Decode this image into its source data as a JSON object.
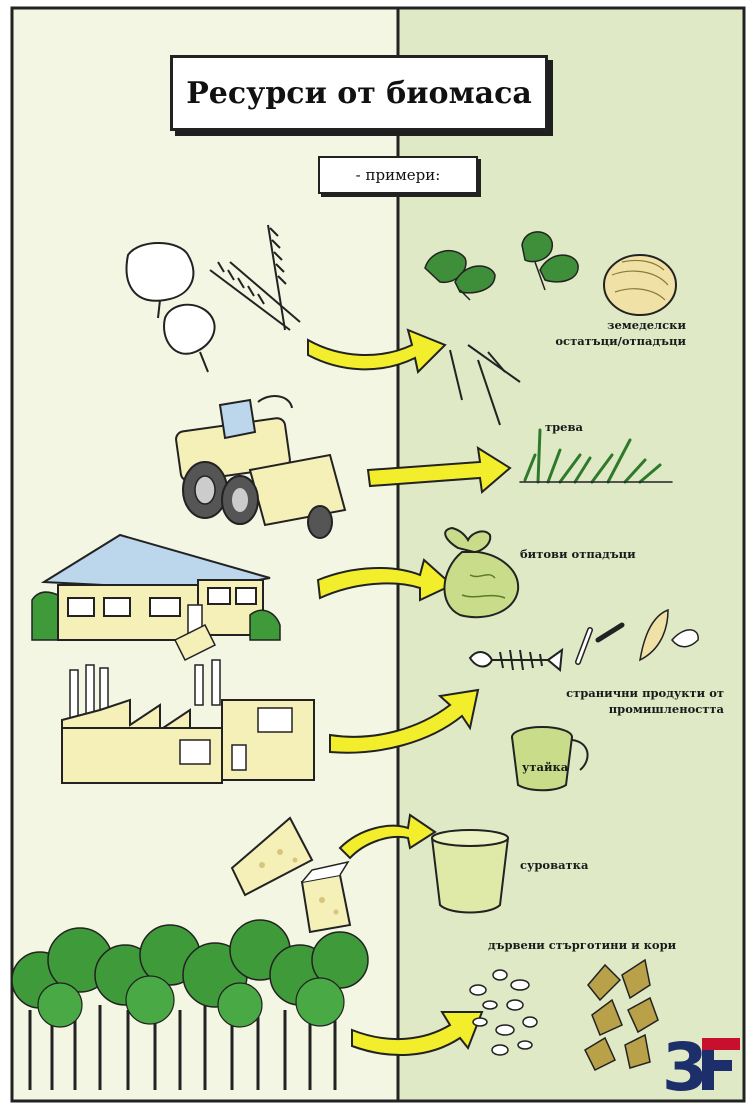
{
  "title": "Ресурси от биомаса",
  "subtitle": "- примери:",
  "labels": {
    "agri": [
      "земеделски",
      "остатъци/отпадъци"
    ],
    "grass": "трева",
    "household": "битови отпадъци",
    "industry": [
      "странични продукти от",
      "промишлеността"
    ],
    "sludge": "утайка",
    "whey": "суроватка",
    "wood": "дървени стърготини и кори"
  },
  "logo": {
    "text": "3F"
  },
  "colors": {
    "left_bg": "#f3f6e3",
    "right_bg": "#dfe9c6",
    "arrow": "#f3ee2b",
    "leaf": "#3e8e3a",
    "tree": "#3f9a3a",
    "building": "#f4f0b8",
    "logo_blue": "#1c2f6b",
    "logo_red": "#c8102e"
  }
}
